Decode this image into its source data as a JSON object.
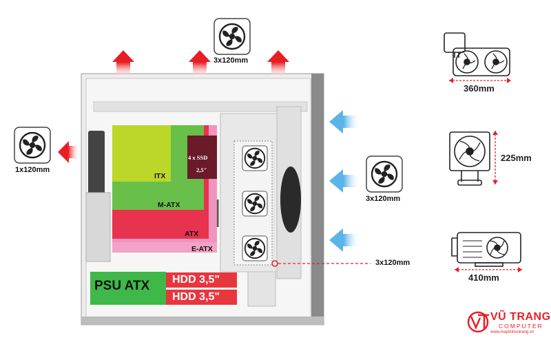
{
  "fans": {
    "top_label": "3x120mm",
    "rear_label": "1x120mm",
    "front_label": "3x120mm",
    "psu_side_label": "3x120mm"
  },
  "boards": {
    "itx": "ITX",
    "matx": "M-ATX",
    "atx": "ATX",
    "eatx": "E-ATX",
    "ssd_line1": "4 x SSD",
    "ssd_line2": "2,5\""
  },
  "bottom": {
    "psu": "PSU ATX",
    "hdd1": "HDD 3,5\"",
    "hdd2": "HDD 3,5\""
  },
  "specs": {
    "radiator": "360mm",
    "cpu_cooler": "225mm",
    "gpu": "410mm"
  },
  "logo": {
    "name": "VŨ TRANG",
    "sub": "COMPUTER",
    "url": "www.maytinhvutrang.vn"
  },
  "colors": {
    "itx": "#bcd62a",
    "matx": "#68c04a",
    "atx": "#e8334e",
    "eatx": "#f08ab8",
    "ssd": "#6b1a2a",
    "psu": "#3fb84a",
    "hdd": "#e8363f",
    "arrow_red": "#e81e25",
    "arrow_blue": "#5ab4e8"
  }
}
